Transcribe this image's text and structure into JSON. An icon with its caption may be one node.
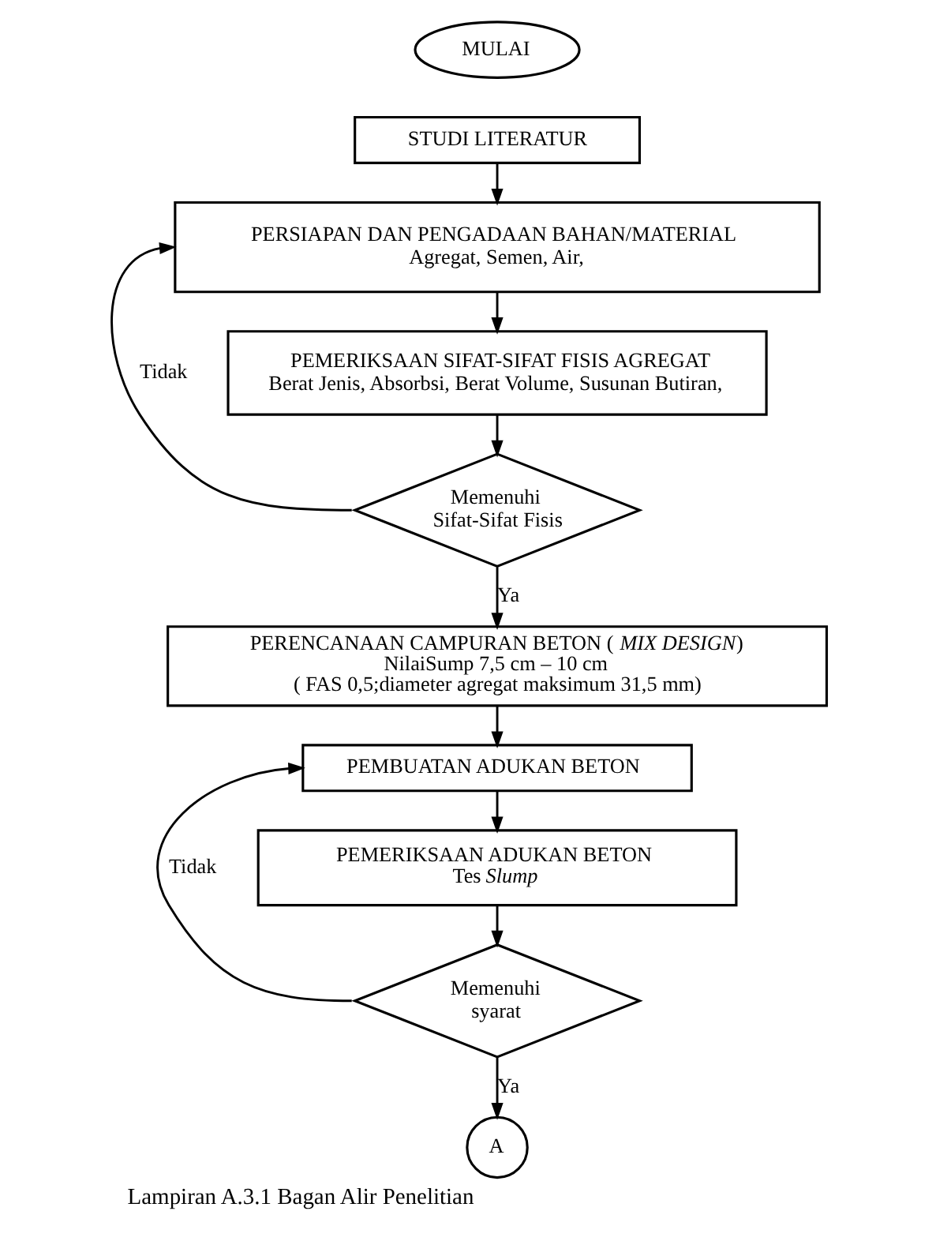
{
  "diagram": {
    "caption": "Lampiran A.3.1 Bagan Alir Penelitian",
    "nodes": [
      {
        "text": [
          "MULAI"
        ]
      },
      {
        "text": [
          "STUDI LITERATUR"
        ]
      },
      {
        "text": [
          "PERSIAPAN DAN PENGADAAN BAHAN/MATERIAL",
          "Agregat, Semen, Air,"
        ]
      },
      {
        "text": [
          "PEMERIKSAAN SIFAT-SIFAT FISIS AGREGAT",
          "Berat Jenis, Absorbsi, Berat Volume, Susunan Butiran,"
        ]
      },
      {
        "text": [
          "Memenuhi Sifat-Sifat Fisis"
        ]
      },
      {
        "text": [
          "PERENCANAAN CAMPURAN BETON (*MIX DESIGN*)",
          "NilaiSump 7,5 cm – 10 cm",
          "( FAS 0,5;diameter agregat maksimum 31,5 mm)"
        ]
      },
      {
        "text": [
          "PEMBUATAN ADUKAN BETON"
        ]
      },
      {
        "text": [
          "PEMERIKSAAN ADUKAN BETON",
          "Tes *Slump*"
        ]
      },
      {
        "text": [
          "Memenuhi syarat"
        ]
      },
      {
        "text": [
          "A"
        ]
      }
    ],
    "edges": [
      {
        "from": 1,
        "to": 2,
        "arrow": "to"
      },
      {
        "from": 2,
        "to": 3,
        "arrow": "to"
      },
      {
        "from": 3,
        "to": 4,
        "arrow": "to"
      },
      {
        "from": 4,
        "to": 2,
        "arrow": "to",
        "label": "Tidak"
      },
      {
        "from": 4,
        "to": 5,
        "arrow": "to",
        "label": "Ya"
      },
      {
        "from": 5,
        "to": 6,
        "arrow": "to"
      },
      {
        "from": 6,
        "to": 7,
        "arrow": "to"
      },
      {
        "from": 7,
        "to": 8,
        "arrow": "to"
      },
      {
        "from": 8,
        "to": 6,
        "arrow": "to",
        "label": "Tidak"
      },
      {
        "from": 8,
        "to": 9,
        "arrow": "to",
        "label": "Ya"
      }
    ]
  }
}
